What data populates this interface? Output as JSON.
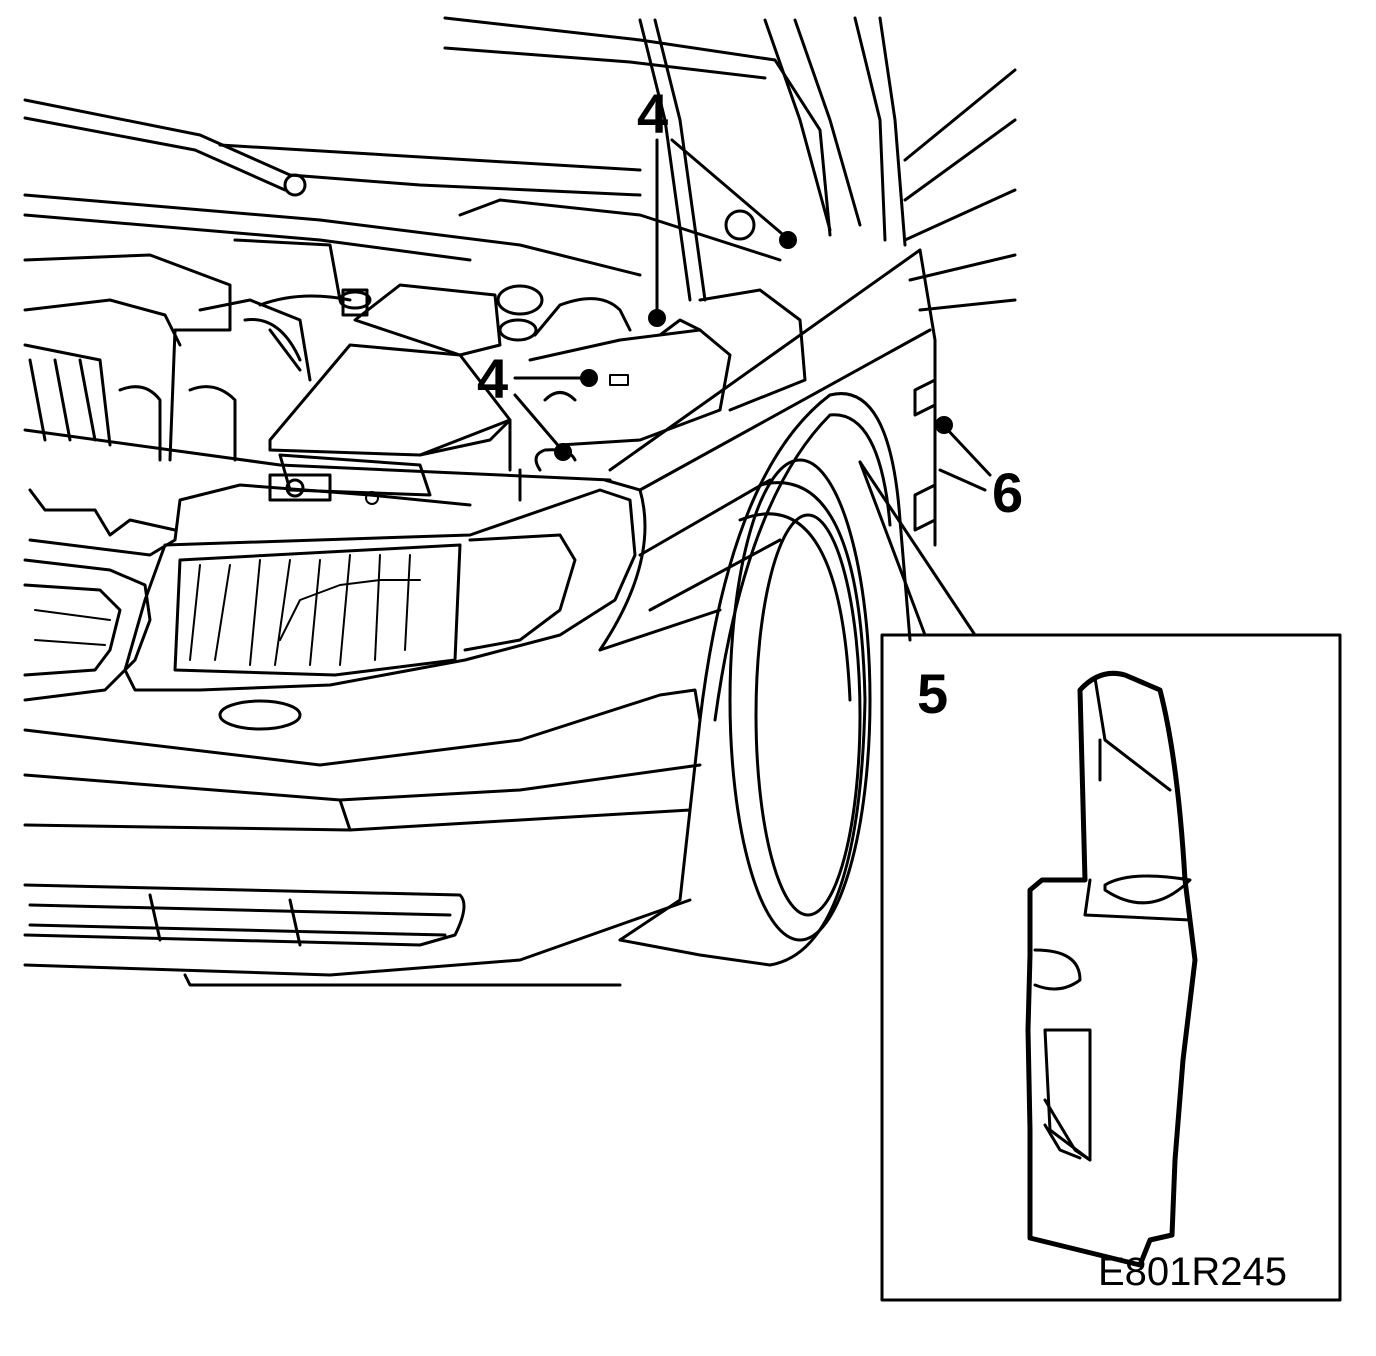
{
  "callouts": {
    "c4_top": "4",
    "c4_mid": "4",
    "c6": "6",
    "c5": "5"
  },
  "figure_code": "E801R245",
  "colors": {
    "ink": "#000000",
    "paper": "#ffffff"
  }
}
